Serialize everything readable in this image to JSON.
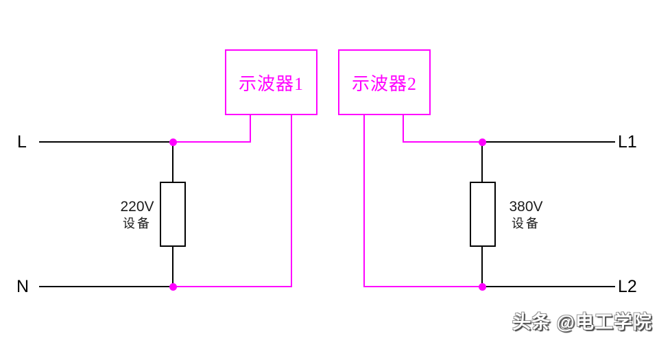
{
  "diagram": {
    "title": "oscilloscope-measurement-circuit",
    "oscilloscopes": [
      {
        "label": "示波器1"
      },
      {
        "label": "示波器2"
      }
    ],
    "terminals": {
      "left_top": "L",
      "left_bottom": "N",
      "right_top": "L1",
      "right_bottom": "L2"
    },
    "devices": [
      {
        "voltage": "220V",
        "name": "设备"
      },
      {
        "voltage": "380V",
        "name": "设备"
      }
    ],
    "colors": {
      "probe_wire": "#FF00FF",
      "conductor": "#000000",
      "background": "#FFFFFF"
    }
  },
  "watermark": {
    "text": "头条 @电工学院"
  }
}
